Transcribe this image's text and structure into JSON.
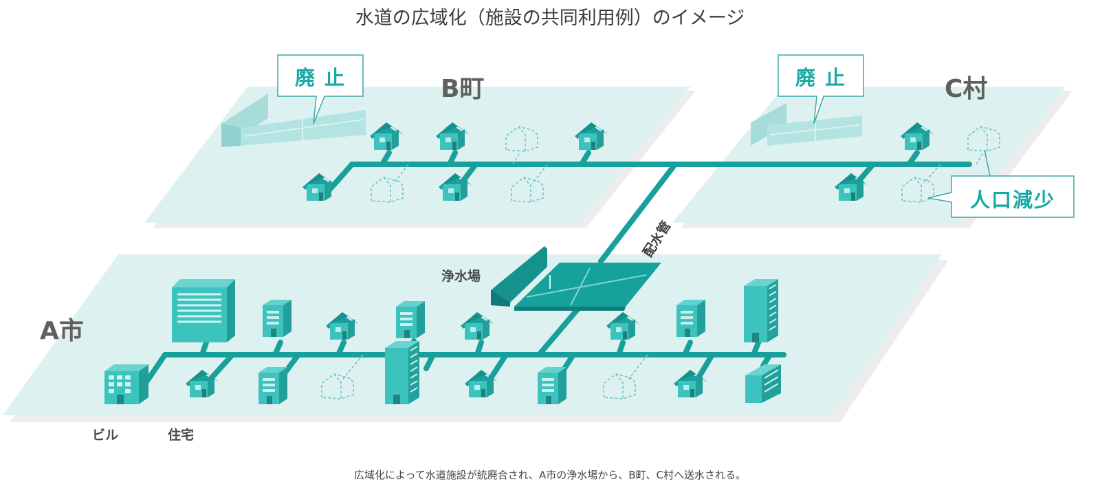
{
  "title": "水道の広域化（施設の共同利用例）のイメージ",
  "caption": "広域化によって水道施設が統廃合され、A市の浄水場から、B町、C村へ送水される。",
  "areas": {
    "a": "A市",
    "b": "B町",
    "c": "C村"
  },
  "labels": {
    "plant": "浄水場",
    "pipe": "配水管",
    "building": "ビル",
    "house": "住宅"
  },
  "callouts": {
    "abolish_b": "廃 止",
    "abolish_c": "廃 止",
    "population": "人口減少"
  },
  "colors": {
    "area_fill": "#def1f1",
    "area_shadow": "#ededed",
    "pipe": "#17a09c",
    "house": "#35bdb7",
    "house_roof": "#1aa19d",
    "plant_active": "#138f8b",
    "plant_abolished": "#9fd9d6",
    "callout_border": "#3aa9a5",
    "callout_text": "#17a9a5"
  }
}
